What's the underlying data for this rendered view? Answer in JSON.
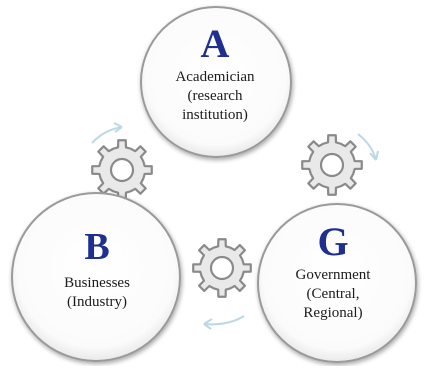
{
  "colors": {
    "letter": "#1f2f8f",
    "text": "#1c1c1c",
    "circle_stroke": "#9a9a9a",
    "gear_stroke": "#8a8a8a",
    "arrow": "#bcd8e6"
  },
  "nodes": {
    "a": {
      "letter": "A",
      "lines": [
        "Academician",
        "(research",
        "institution)"
      ]
    },
    "b": {
      "letter": "B",
      "lines": [
        "Businesses",
        "(Industry)"
      ]
    },
    "g": {
      "letter": "G",
      "lines": [
        "Government",
        "(Central,",
        "Regional)"
      ]
    }
  },
  "icons": [
    "gear-icon",
    "gear-icon",
    "gear-icon",
    "arrow-icon",
    "arrow-icon",
    "arrow-icon"
  ]
}
